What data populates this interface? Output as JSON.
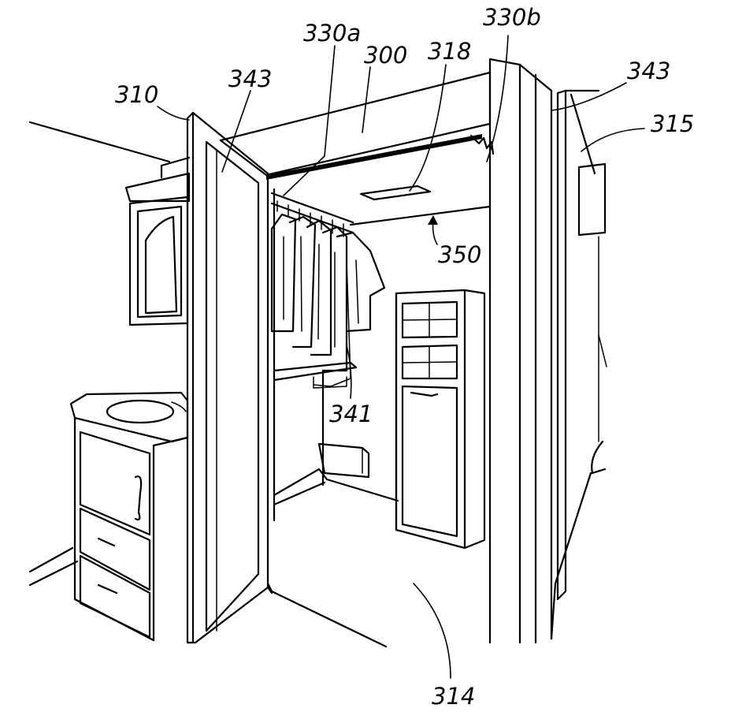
{
  "figure": {
    "labels": {
      "l310": "310",
      "l343_door": "343",
      "l330a": "330a",
      "l300": "300",
      "l318": "318",
      "l330b": "330b",
      "l343_right": "343",
      "l315": "315",
      "l350": "350",
      "l341": "341",
      "l314": "314"
    }
  }
}
